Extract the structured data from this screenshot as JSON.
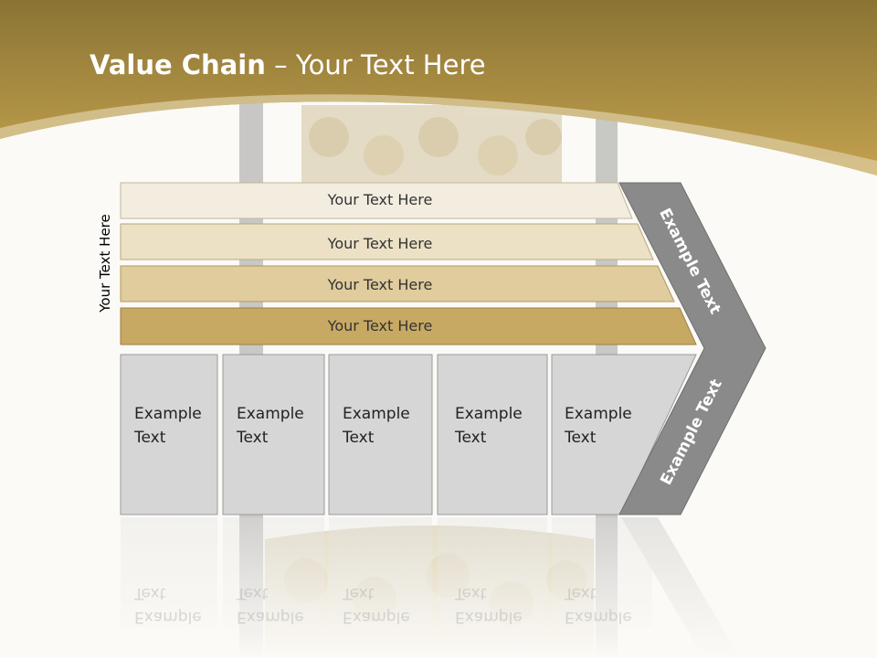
{
  "title": {
    "bold": "Value Chain",
    "rest": " – Your Text Here"
  },
  "vertical_label": "Your Text Here",
  "bars": [
    "Your Text Here",
    "Your Text Here",
    "Your Text Here",
    "Your Text Here"
  ],
  "boxes": [
    [
      "Example",
      "Text"
    ],
    [
      "Example",
      "Text"
    ],
    [
      "Example",
      "Text"
    ],
    [
      "Example",
      "Text"
    ],
    [
      "Example",
      "Text"
    ]
  ],
  "chevron": {
    "upper": "Example Text",
    "lower": "Example Text"
  },
  "colors": {
    "header": "#a8893a",
    "bar1": "#f3ede0",
    "bar2": "#ece1c5",
    "bar3": "#e0cc9c",
    "bar4": "#c8a963",
    "box": "#d6d6d6",
    "chevron": "#8a8a8a"
  }
}
